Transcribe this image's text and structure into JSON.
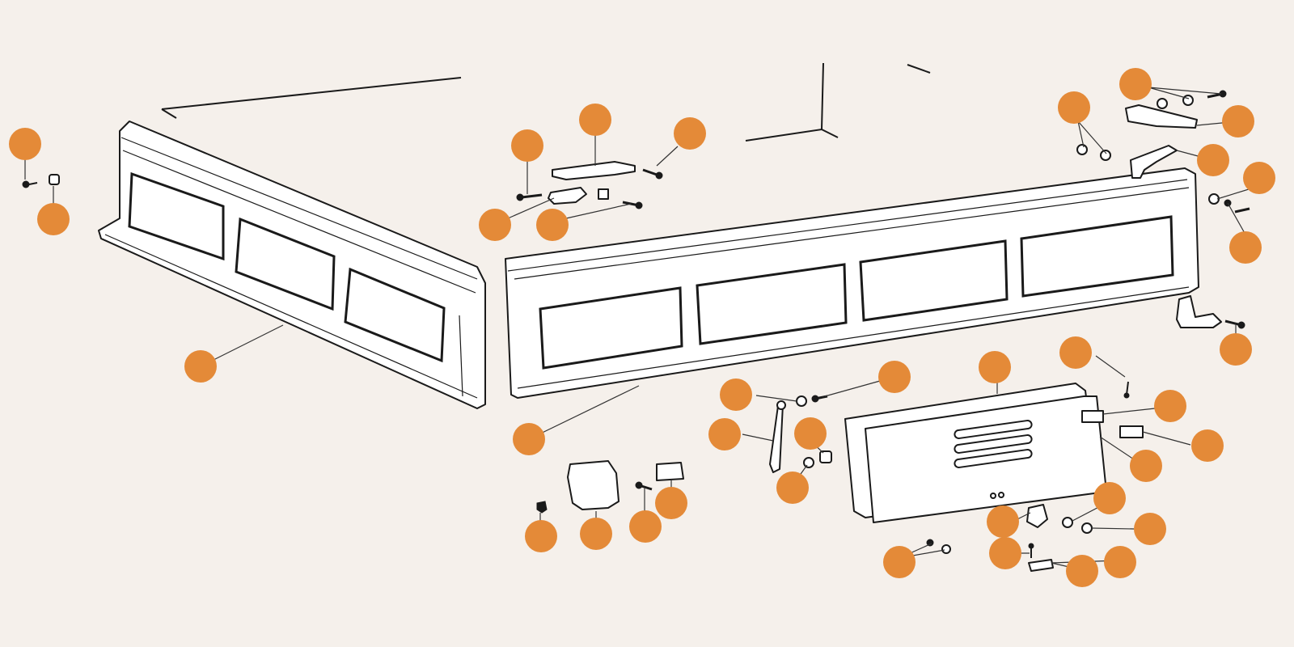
{
  "diagram": {
    "colors": {
      "background": "#f5f0eb",
      "callout": "#e48a38",
      "linework": "#1a1a1a"
    },
    "parts": [
      {
        "name": "side-panel-left",
        "icon": "tailboard-side-panel"
      },
      {
        "name": "rear-tailgate-panel",
        "icon": "tailgate-panel"
      },
      {
        "name": "lower-drop-flap",
        "icon": "louvred-flap"
      },
      {
        "name": "hinge-brackets",
        "icon": "hinge-icon"
      },
      {
        "name": "latch-assembly",
        "icon": "latch-icon"
      },
      {
        "name": "fasteners",
        "icon": "bolt-icon"
      }
    ]
  }
}
